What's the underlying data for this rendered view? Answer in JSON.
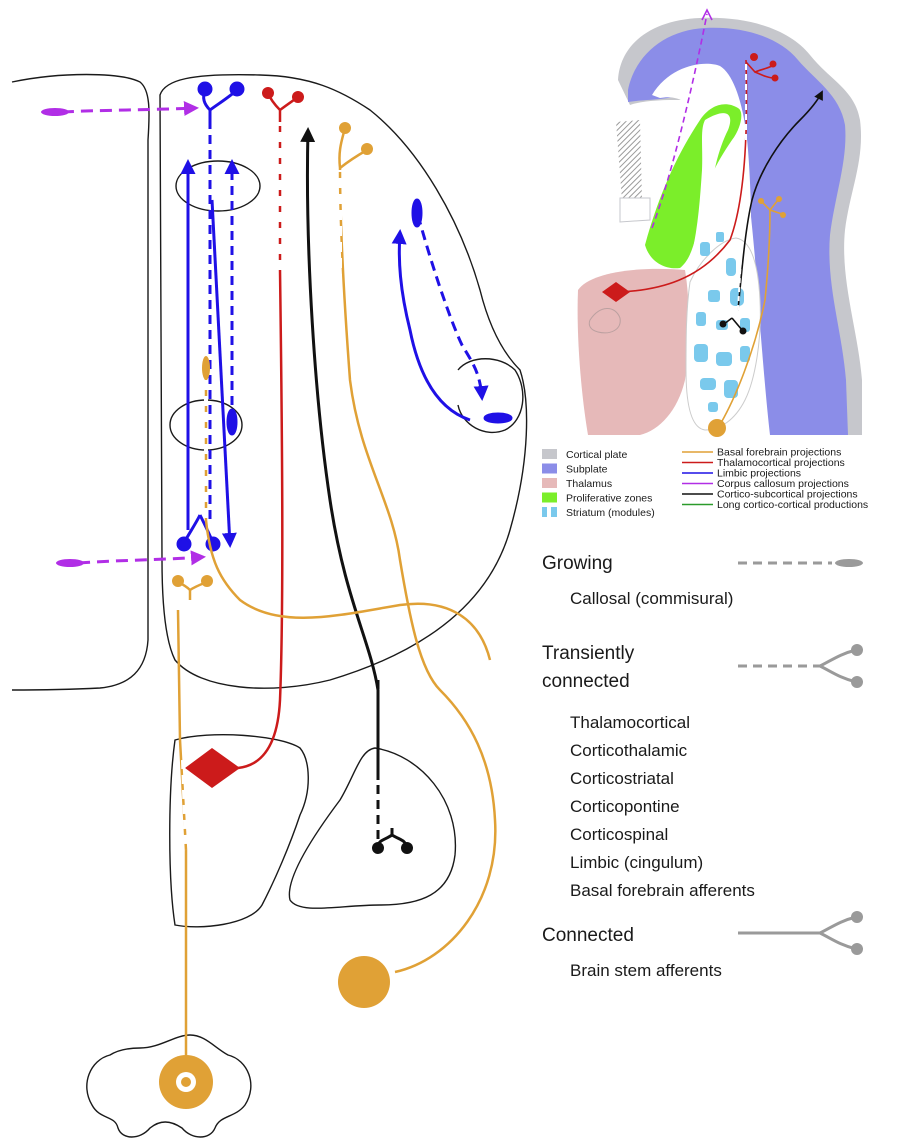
{
  "colors": {
    "limbic_blue": "#1f10e6",
    "corpus_callosum_purple": "#b12ee6",
    "thalamocortical_red": "#cc1b1b",
    "basal_forebrain_orange": "#e0a136",
    "cortico_subcortical_black": "#111111",
    "cortical_plate": "#c6c7cc",
    "subplate": "#8b8de8",
    "thalamus": "#e6b9b9",
    "proliferative_zones": "#7bee2a",
    "striatum": "#7ac9ec",
    "long_cortico_cortical_green": "#2b9b2b",
    "status_grey": "#9a9a9a"
  },
  "legend": {
    "regions": [
      {
        "label": "Cortical plate",
        "color": "#c6c7cc"
      },
      {
        "label": "Subplate",
        "color": "#8b8de8"
      },
      {
        "label": "Thalamus",
        "color": "#e6b9b9"
      },
      {
        "label": "Proliferative zones",
        "color": "#7bee2a"
      },
      {
        "label": "Striatum (modules)",
        "color": "#7ac9ec"
      }
    ],
    "projections": [
      {
        "label": "Basal forebrain projections",
        "color": "#e0a136"
      },
      {
        "label": "Thalamocortical projections",
        "color": "#cc1b1b"
      },
      {
        "label": "Limbic projections",
        "color": "#1f10e6"
      },
      {
        "label": "Corpus callosum projections",
        "color": "#b12ee6"
      },
      {
        "label": "Cortico-subcortical projections",
        "color": "#111111"
      },
      {
        "label": "Long cortico-cortical productions",
        "color": "#2b9b2b"
      }
    ]
  },
  "status": {
    "growing": {
      "heading": "Growing",
      "items": [
        "Callosal (commisural)"
      ],
      "line_style": "dashed",
      "terminal_icon": "growth-cone-icon"
    },
    "transient": {
      "heading_line1": "Transiently",
      "heading_line2": "connected",
      "items": [
        "Thalamocortical",
        "Corticothalamic",
        "Corticostriatal",
        "Corticopontine",
        "Corticospinal",
        "Limbic (cingulum)",
        "Basal forebrain afferents"
      ],
      "line_style": "dashed",
      "terminal_icon": "forked-synapse-icon"
    },
    "connected": {
      "heading": "Connected",
      "items": [
        "Brain stem afferents"
      ],
      "line_style": "solid",
      "terminal_icon": "forked-synapse-icon"
    }
  }
}
